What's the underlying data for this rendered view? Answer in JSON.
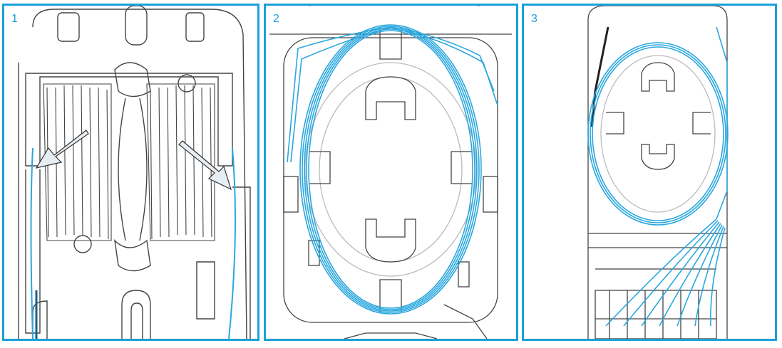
{
  "panels": [
    {
      "number": "1"
    },
    {
      "number": "2"
    },
    {
      "number": "3"
    }
  ],
  "colors": {
    "frame": "#1aa0d8",
    "fiber": "#2aa7de",
    "fiber_dark": "#1b5f8a",
    "line": "#444444",
    "arrow_fill": "#e7eef3"
  }
}
